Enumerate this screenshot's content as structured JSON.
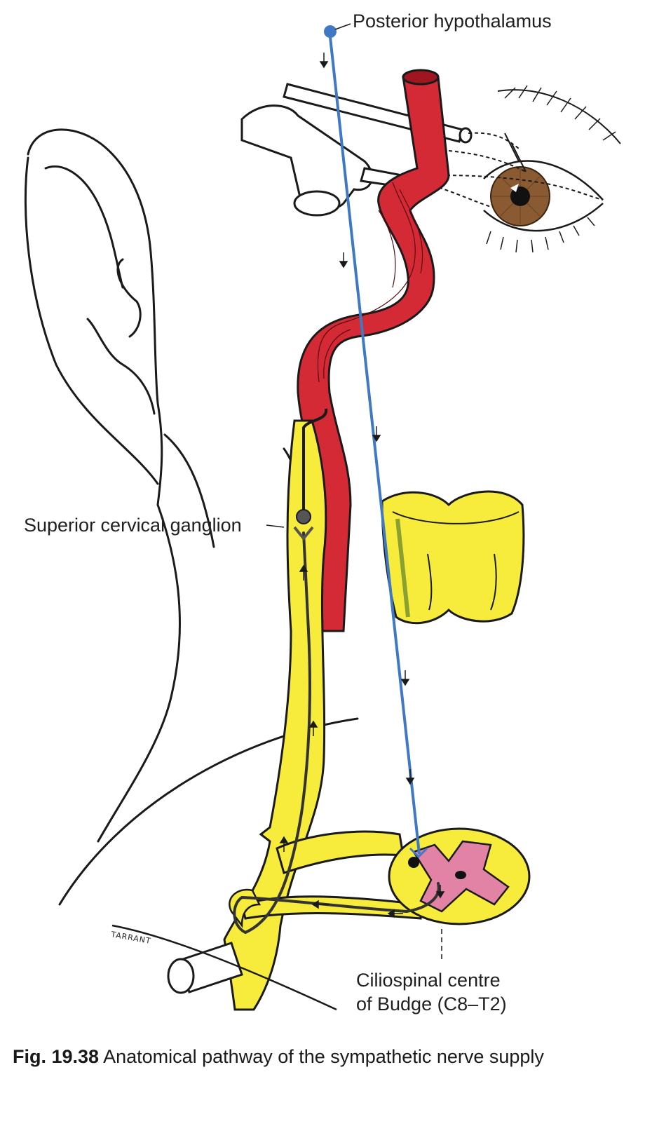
{
  "labels": {
    "posterior_hypothalamus": "Posterior hypothalamus",
    "superior_cervical_ganglion": "Superior cervical ganglion",
    "ciliospinal_line1": "Ciliospinal centre",
    "ciliospinal_line2": "of Budge (C8–T2)"
  },
  "artist_signature": "TARRANT",
  "caption": {
    "figure_number": "Fig. 19.38",
    "text": "Anatomical pathway of the sympathetic nerve supply"
  },
  "colors": {
    "first_order_neuron": "#3f79c4",
    "carotid_artery": "#d42a35",
    "ganglion_and_cord": "#f7ec3c",
    "grey_matter": "#e283a6",
    "iris": "#8a5a32",
    "outline": "#1a1a1a"
  },
  "icons": {
    "flow_arrow": "small-arrow-icon"
  }
}
